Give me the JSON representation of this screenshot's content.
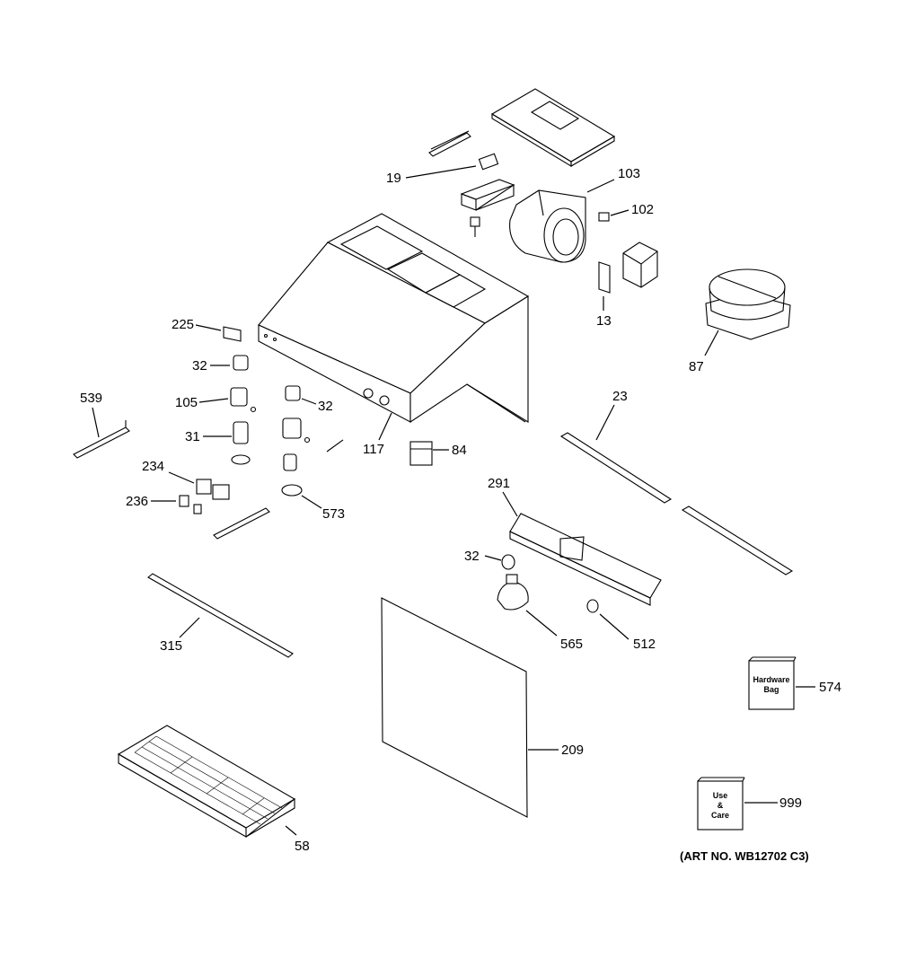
{
  "diagram": {
    "labels": {
      "p19": "19",
      "p103": "103",
      "p102": "102",
      "p13": "13",
      "p87": "87",
      "p225": "225",
      "p32a": "32",
      "p105": "105",
      "p32b": "32",
      "p539": "539",
      "p31": "31",
      "p117": "117",
      "p84": "84",
      "p23": "23",
      "p234": "234",
      "p236": "236",
      "p573": "573",
      "p291": "291",
      "p32c": "32",
      "p565": "565",
      "p512": "512",
      "p315": "315",
      "p574": "574",
      "p209": "209",
      "p999": "999",
      "p58": "58"
    },
    "hardware_bag": {
      "line1": "Hardware",
      "line2": "Bag"
    },
    "use_care": {
      "line1": "Use",
      "line2": "&",
      "line3": "Care"
    },
    "art_no": "(ART NO. WB12702 C3)"
  }
}
